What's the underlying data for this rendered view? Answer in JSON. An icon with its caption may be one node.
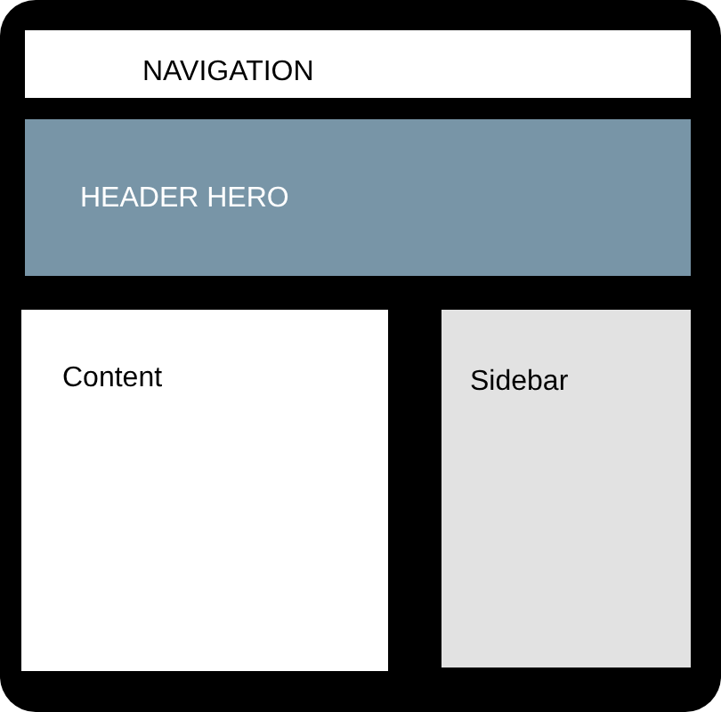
{
  "diagram": {
    "nodes": [
      {
        "text": [],
        "shape": "box"
      },
      {
        "text": [
          "NAVIGATION"
        ],
        "in": 0
      },
      {
        "text": [
          "HEADER HERO"
        ],
        "in": 0
      },
      {
        "text": [
          "Content"
        ],
        "in": 0
      },
      {
        "text": [
          "Sidebar"
        ],
        "in": 0
      }
    ]
  }
}
